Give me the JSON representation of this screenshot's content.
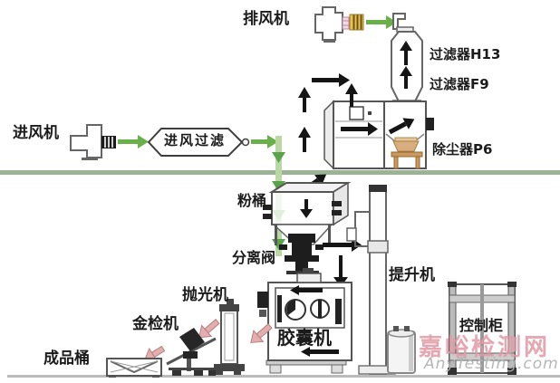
{
  "labels": {
    "exhaust_fan": "排风机",
    "filter_h13": "过滤器H13",
    "filter_f9": "过滤器F9",
    "dust_collector": "除尘器P6",
    "intake_fan": "进风机",
    "intake_filter": "进风过滤",
    "powder_barrel": "粉桶",
    "separation_valve": "分离阀",
    "elevator": "提升机",
    "polishing_machine": "抛光机",
    "metal_detector": "金检机",
    "finished_barrel": "成品桶",
    "capsule_machine": "胶囊机",
    "control_cabinet": "控制柜"
  },
  "watermark": {
    "site_cn": "嘉峪检测网",
    "site_en": "AnyTesting.com"
  },
  "icons": [
    "exhaust-fan-icon",
    "intake-fan-icon",
    "filter-tank-icon",
    "dust-collector-icon",
    "intake-filter-capsule-icon",
    "powder-barrel-icon",
    "separation-valve-icon",
    "elevator-icon",
    "capsule-machine-icon",
    "polishing-machine-icon",
    "metal-detector-icon",
    "finished-barrel-icon",
    "control-cabinet-icon"
  ],
  "colors": {
    "airflow_green": "#69b04b",
    "airflow_green_pale": "#b9d8a4",
    "floor_green": "#9cb295",
    "floor_gray": "#b9bcb9",
    "product_pink": "#e3aeae",
    "arrow_black": "#151515",
    "machine_line": "#555555",
    "tray_tan": "#d9ae7e",
    "duct_yellow": "#e9c256",
    "watermark_pink": "#e198a5",
    "watermark_gray": "#b2b2b2"
  }
}
